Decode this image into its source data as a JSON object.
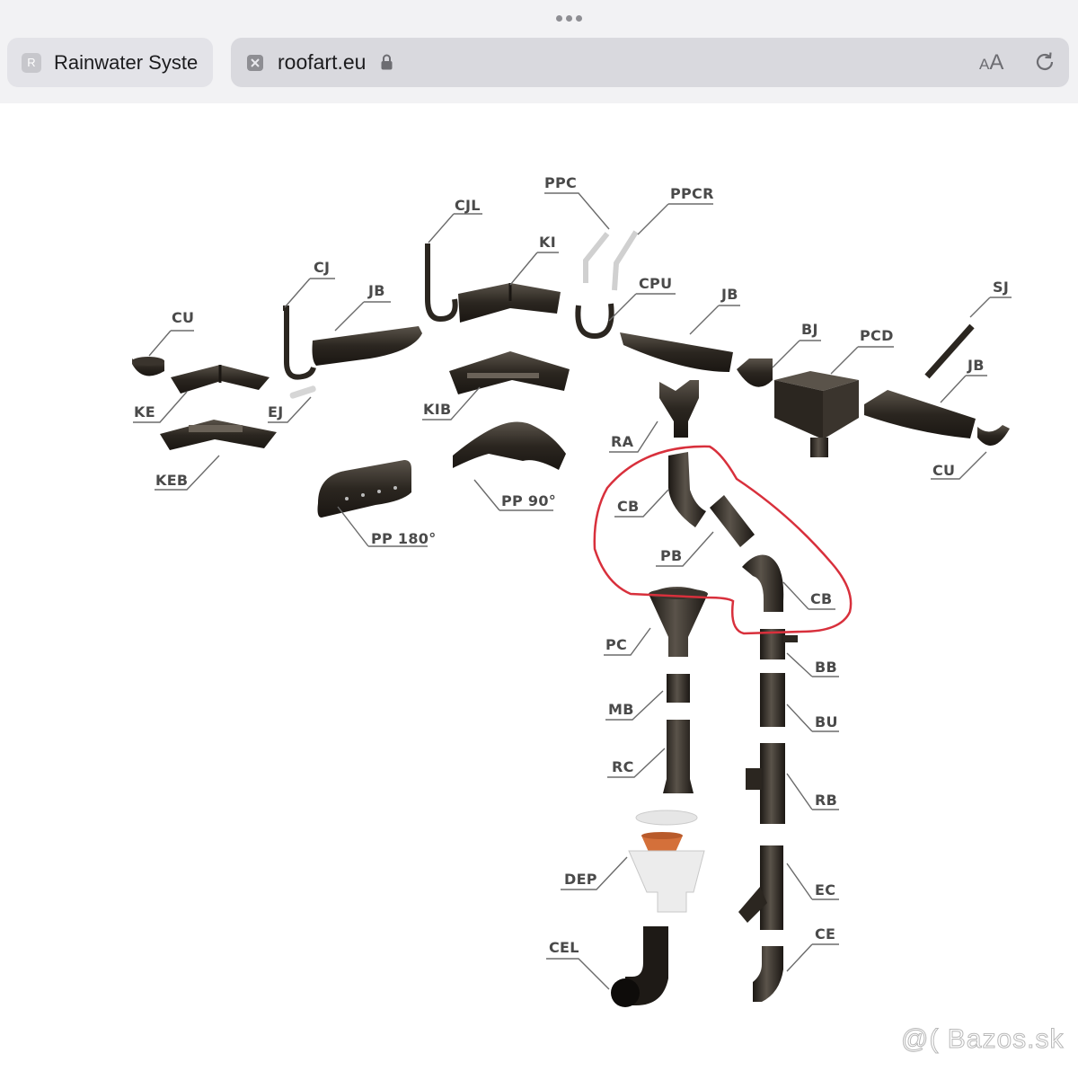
{
  "browser": {
    "tab_title": "Rainwater Syste",
    "tab_favicon_letter": "R",
    "url": "roofart.eu",
    "text_size_small": "A",
    "text_size_large": "A"
  },
  "diagram": {
    "labels": {
      "cu_left": "CU",
      "ke": "KE",
      "keb": "KEB",
      "cj": "CJ",
      "ej": "EJ",
      "jb1": "JB",
      "cjl": "CJL",
      "ki": "KI",
      "kib": "KIB",
      "ppc": "PPC",
      "ppcr": "PPCR",
      "cpu": "CPU",
      "jb2": "JB",
      "bj": "BJ",
      "pcd": "PCD",
      "sj": "SJ",
      "jb3": "JB",
      "cu_right": "CU",
      "pp180": "PP 180°",
      "pp90": "PP 90°",
      "ra": "RA",
      "cb1": "CB",
      "pb": "PB",
      "cb2": "CB",
      "pc": "PC",
      "mb": "MB",
      "rc": "RC",
      "dep": "DEP",
      "cel": "CEL",
      "bb": "BB",
      "bu": "BU",
      "rb": "RB",
      "ec": "EC",
      "ce": "CE"
    },
    "colors": {
      "part": "#2b2620",
      "part_light": "#4a443c",
      "highlight": "#d8303c",
      "leader": "#6b6b6b",
      "dep_orange": "#d4703a"
    }
  },
  "watermark": "@( Bazos.sk"
}
